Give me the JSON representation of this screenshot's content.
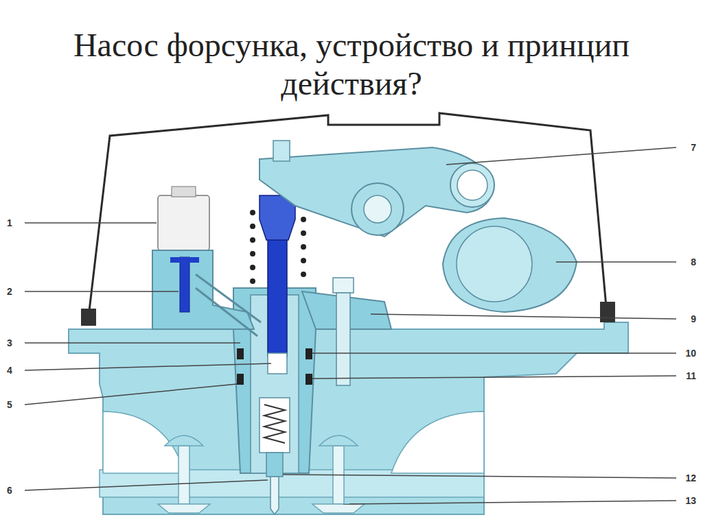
{
  "diagram": {
    "title": "Насос форсунка, устройство и принцип действия?",
    "labels": [
      "1",
      "2",
      "3",
      "4",
      "5",
      "6",
      "7",
      "8",
      "9",
      "10",
      "11",
      "12",
      "13"
    ]
  }
}
